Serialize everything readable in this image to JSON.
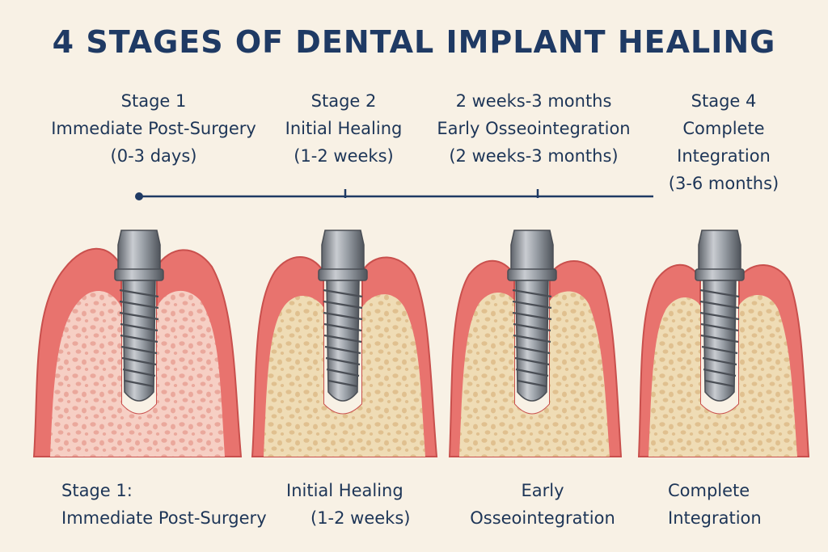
{
  "title": "4 STAGES OF DENTAL IMPLANT HEALING",
  "top_labels": [
    {
      "line1": "Stage 1",
      "line2": "Immediate Post-Surgery",
      "line3": "(0-3 days)"
    },
    {
      "line1": "Stage 2",
      "line2": "Initial Healing",
      "line3": "(1-2 weeks)"
    },
    {
      "line1": "2 weeks-3 months",
      "line2": "Early Osseointegration",
      "line3": "(2 weeks-3 months)"
    },
    {
      "line1": "Stage 4",
      "line2": "Complete",
      "line3": "Integration",
      "line4": "(3-6 months)"
    }
  ],
  "bottom_labels": [
    {
      "line1": "Stage 1:",
      "line2": "Immediate Post-Surgery"
    },
    {
      "line1": "Initial Healing",
      "line2": "(1-2 weeks)"
    },
    {
      "line1": "Early",
      "line2": "Osseointegration"
    },
    {
      "line1": "Complete",
      "line2": "Integration"
    }
  ],
  "colors": {
    "background": "#f8f1e5",
    "title": "#1f3a64",
    "text": "#1d3557",
    "gum": "#e8736e",
    "gum_dark": "#c9504d",
    "bone_inflamed": "#f6cfc4",
    "bone_healthy": "#efdcb5",
    "bone_pore": "#e2c394",
    "implant": "#8d9299"
  }
}
